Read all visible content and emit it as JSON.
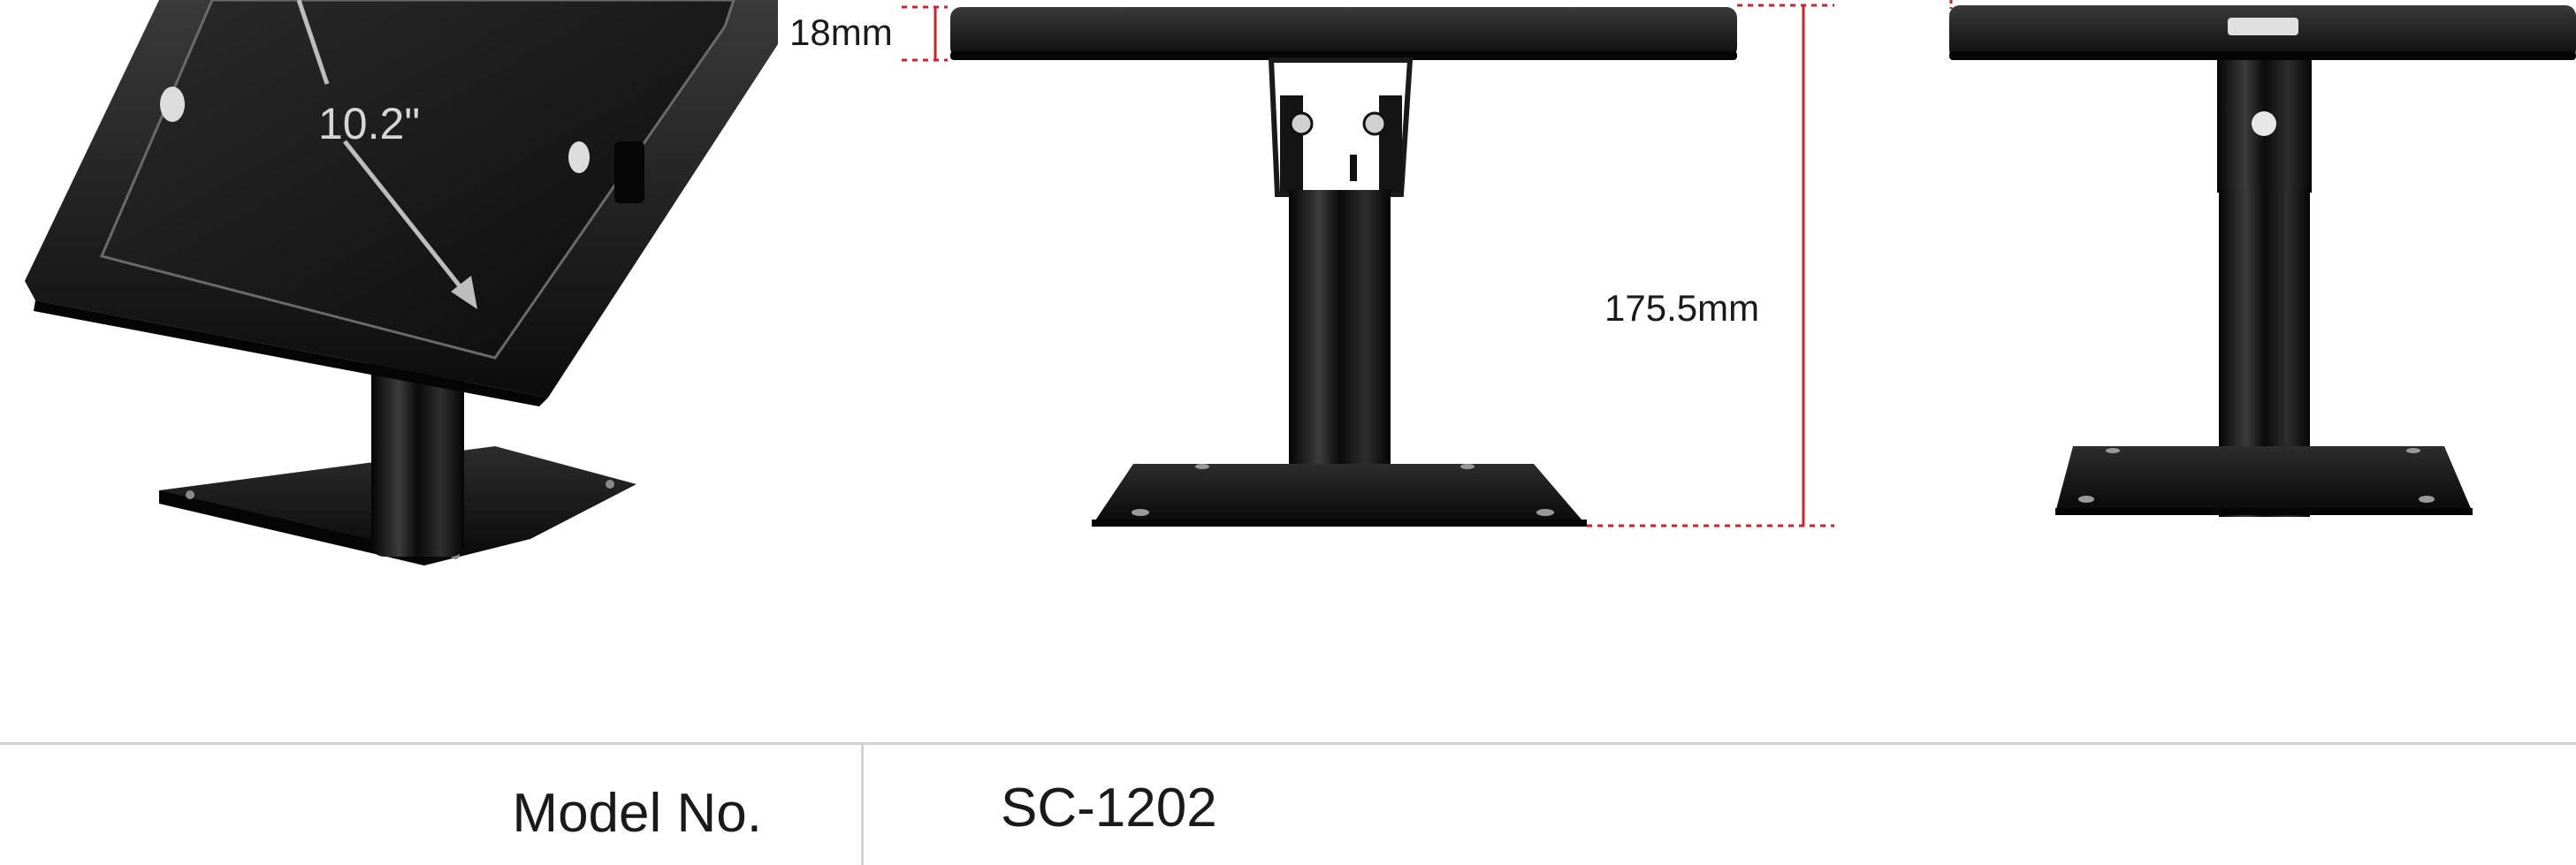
{
  "dimensions": {
    "screen_diagonal": "10.2\"",
    "thickness": "18mm",
    "height": "175.5mm"
  },
  "spec_table": {
    "rows": [
      {
        "label": "Model No.",
        "value": "SC-1202"
      }
    ]
  },
  "colors": {
    "product": "#111111",
    "dimension_line": "#d4202a",
    "table_border": "#d2d2d2"
  }
}
